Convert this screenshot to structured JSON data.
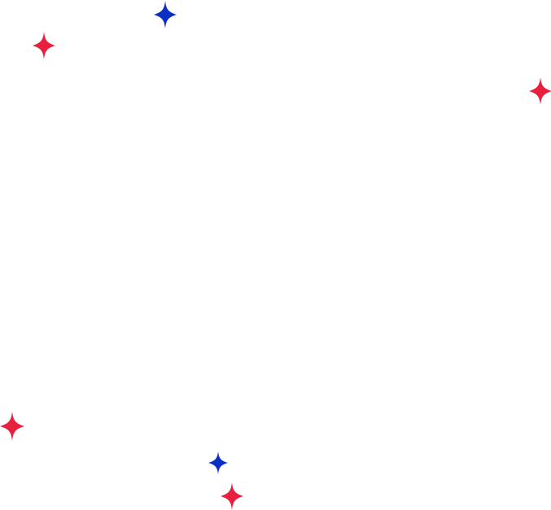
{
  "colors": {
    "red": "#e8203e",
    "blue": "#0a2fc4",
    "background": "#ffffff"
  },
  "sparkles": [
    {
      "icon": "four-point-star-icon",
      "color": "blue"
    },
    {
      "icon": "four-point-star-icon",
      "color": "red"
    },
    {
      "icon": "four-point-star-icon",
      "color": "red"
    },
    {
      "icon": "four-point-star-icon",
      "color": "red"
    },
    {
      "icon": "four-point-star-icon",
      "color": "blue"
    },
    {
      "icon": "four-point-star-icon",
      "color": "red"
    }
  ]
}
